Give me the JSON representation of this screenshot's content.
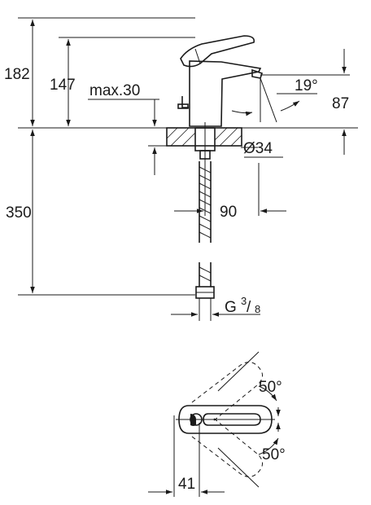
{
  "dimensions": {
    "total_height": "182",
    "spout_height": "147",
    "max_thickness": "max.30",
    "spout_angle": "19°",
    "spout_under_height": "87",
    "hole_diameter": "Ø34",
    "hose_length": "350",
    "spout_reach": "90",
    "connection_g": "G",
    "connection_num": "3",
    "connection_den": "8",
    "lever_angle_back": "50°",
    "lever_angle_front": "50°",
    "lever_offset": "41"
  }
}
